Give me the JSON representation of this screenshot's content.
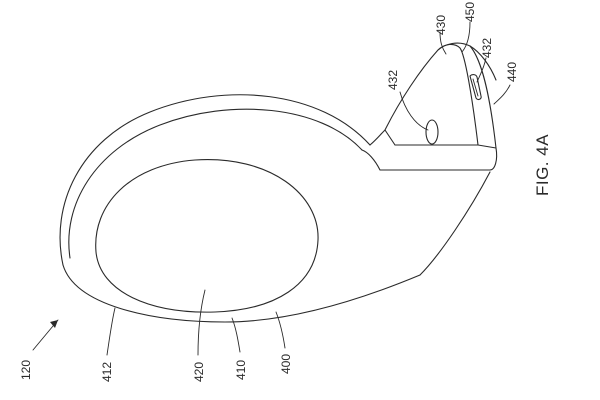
{
  "figure": {
    "caption": "FIG. 4A",
    "device_label": "120",
    "labels": {
      "ref_400": "400",
      "ref_410": "410",
      "ref_412": "412",
      "ref_420": "420",
      "ref_430": "430",
      "ref_432_left": "432",
      "ref_432_right": "432",
      "ref_440": "440",
      "ref_450": "450"
    }
  }
}
